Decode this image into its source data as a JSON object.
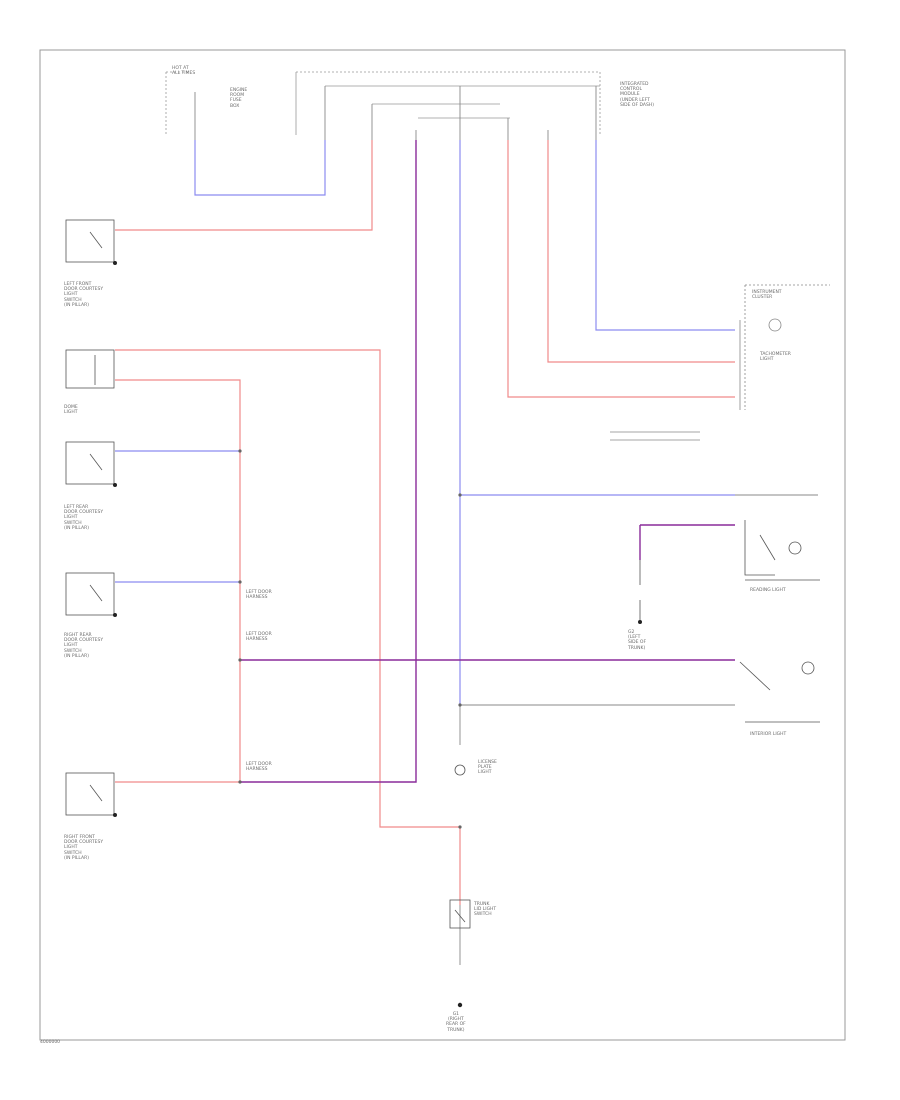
{
  "wire_colors": {
    "red": "#f08a8a",
    "blue": "#8c8cf0",
    "purple": "#8a2c9a",
    "gray": "#777777",
    "black": "#222222"
  },
  "components": [
    {
      "id": "fuse",
      "label": "HOT AT\nALL TIMES"
    },
    {
      "id": "relay",
      "label": "ENGINE\nROOM\nFUSE\nBOX"
    },
    {
      "id": "module",
      "label": "INTEGRATED\nCONTROL\nMODULE\n(UNDER LEFT\nSIDE OF DASH)"
    },
    {
      "id": "sw-lf-door",
      "label": "LEFT FRONT\nDOOR COURTESY\nLIGHT\nSWITCH\n(IN PILLAR)"
    },
    {
      "id": "sw-lamp",
      "label": "DOME\nLIGHT"
    },
    {
      "id": "sw-lr-door",
      "label": "LEFT REAR\nDOOR COURTESY\nLIGHT\nSWITCH\n(IN PILLAR)"
    },
    {
      "id": "sw-rr-door",
      "label": "RIGHT REAR\nDOOR COURTESY\nLIGHT\nSWITCH\n(IN PILLAR)"
    },
    {
      "id": "sw-rf-door",
      "label": "RIGHT FRONT\nDOOR COURTESY\nLIGHT\nSWITCH\n(IN PILLAR)"
    },
    {
      "id": "trunk-lamp",
      "label": "LICENSE\nPLATE\nLIGHT"
    },
    {
      "id": "trunk-switch",
      "label": "TRUNK\nLID LIGHT\nSWITCH"
    },
    {
      "id": "ground",
      "label": "G1\n(RIGHT\nREAR OF\nTRUNK)"
    },
    {
      "id": "gauge",
      "label": "INSTRUMENT\nCLUSTER"
    },
    {
      "id": "gauge-sub",
      "label": "TACHOMETER\nLIGHT"
    },
    {
      "id": "reading-lamp",
      "label": "READING LIGHT"
    },
    {
      "id": "interior-lamp",
      "label": "INTERIOR LIGHT"
    }
  ],
  "connectors": [
    {
      "id": "c-left-1",
      "label": "LEFT DOOR\nHARNESS"
    },
    {
      "id": "c-left-2",
      "label": "LEFT DOOR\nHARNESS"
    },
    {
      "id": "c-left-3",
      "label": "LEFT DOOR\nHARNESS"
    },
    {
      "id": "c-gnd-mid",
      "label": "G2\n(LEFT\nSIDE OF\nTRUNK)"
    }
  ],
  "footer": "4000000"
}
